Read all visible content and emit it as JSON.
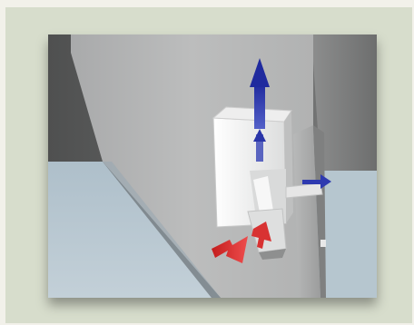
{
  "figure": {
    "subject": "ventilation-unit-airflow-render",
    "colors": {
      "page_background": "#f2f1ea",
      "frame_background": "#d7ddcc",
      "wall": "#b7b8b8",
      "floor": "#b9c9d2",
      "exhaust_arrow": "#2e3ab0",
      "intake_arrow": "#d72a2a"
    },
    "arrows": [
      {
        "name": "exhaust-up",
        "color": "blue"
      },
      {
        "name": "exhaust-side",
        "color": "blue"
      },
      {
        "name": "intake-front",
        "color": "red"
      },
      {
        "name": "intake-inner",
        "color": "red"
      }
    ]
  }
}
